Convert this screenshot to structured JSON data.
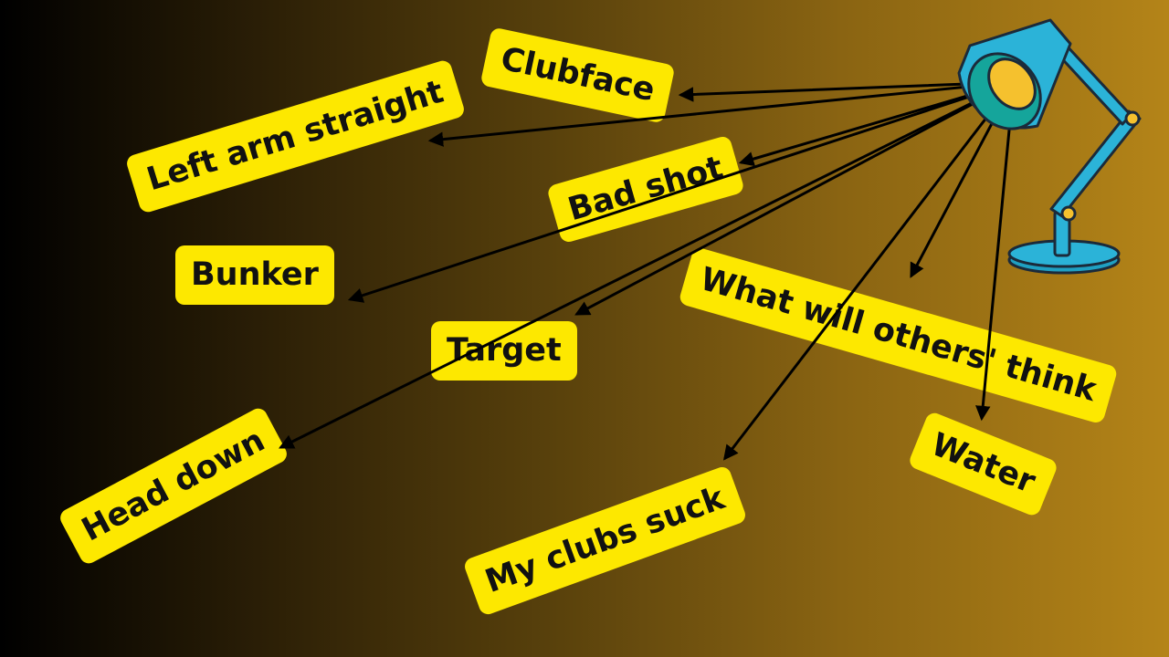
{
  "labels": {
    "clubface": "Clubface",
    "left_arm": "Left arm straight",
    "bad_shot": "Bad shot",
    "bunker": "Bunker",
    "target": "Target",
    "what_will": "What will others' think",
    "head_down": "Head down",
    "my_clubs": "My clubs suck",
    "water": "Water"
  },
  "colors": {
    "label_bg": "#fde800",
    "label_text": "#111111",
    "arrow": "#000000",
    "lamp_body": "#2bb3d8",
    "lamp_inner": "#15a59b",
    "lamp_bulb": "#f5c12e",
    "lamp_outline": "#1b2a3a"
  },
  "icons": {
    "lamp": "desk-lamp-icon"
  }
}
